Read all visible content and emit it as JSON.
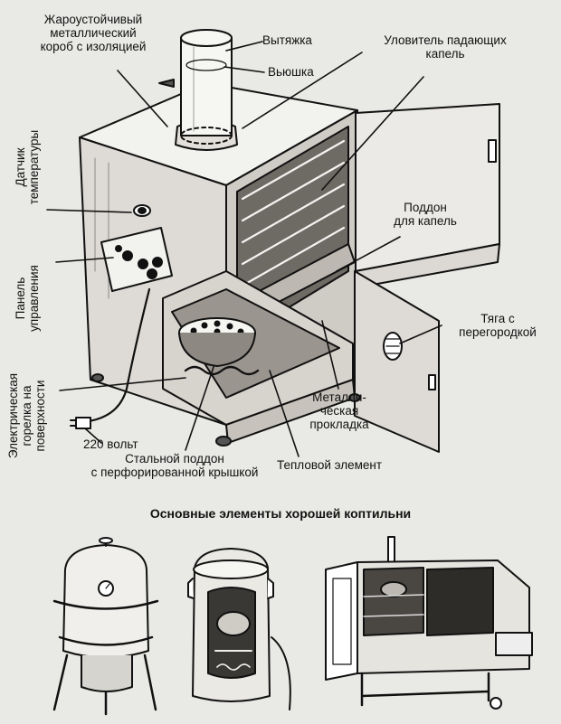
{
  "labels": {
    "box": "Жароустойчивый\nметаллический\nкороб с изоляцией",
    "exhaust": "Вытяжка",
    "damper": "Вьюшка",
    "drip_catcher": "Уловитель падающих\nкапель",
    "drip_tray": "Поддон\nдля капель",
    "draft": "Тяга с\nперегородкой",
    "metal_pad": "Металли-\nческая\nпрокладка",
    "heating": "Тепловой элемент",
    "steel_tray": "Стальной поддон\nс перфорированной крышкой",
    "volts": "220 вольт",
    "temp_sensor": "Датчик\nтемпературы",
    "control_panel": "Панель\nуправления",
    "burner": "Электрическая\nгорелка на\nповерхности"
  },
  "caption": "Основные элементы хорошей коптильни"
}
